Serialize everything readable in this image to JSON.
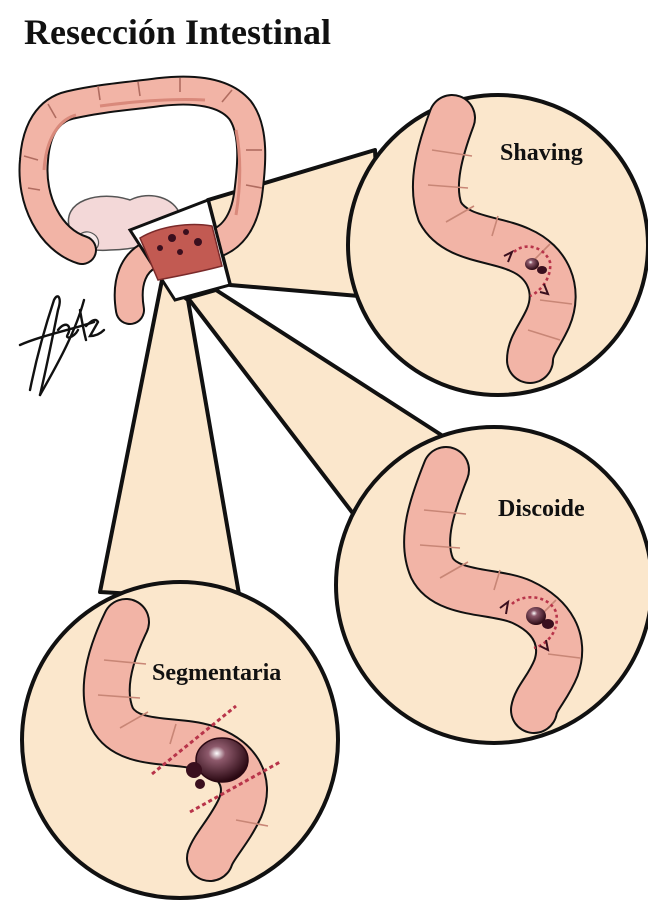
{
  "title": "Resección Intestinal",
  "panels": {
    "shaving": {
      "label": "Shaving"
    },
    "discoide": {
      "label": "Discoide"
    },
    "segmentaria": {
      "label": "Segmentaria"
    }
  },
  "signature": "Heliz",
  "colors": {
    "beam": "#fbe7cc",
    "circle_fill": "#fbe7cc",
    "outline": "#111111",
    "bowel": "#f2b4a6",
    "bowel_shadow": "#d9897b",
    "bowel_inner": "#c25a52",
    "lesion": "#3a0f1e",
    "cut_line": "#b8344a",
    "pelvis": "#f3d8d8"
  }
}
